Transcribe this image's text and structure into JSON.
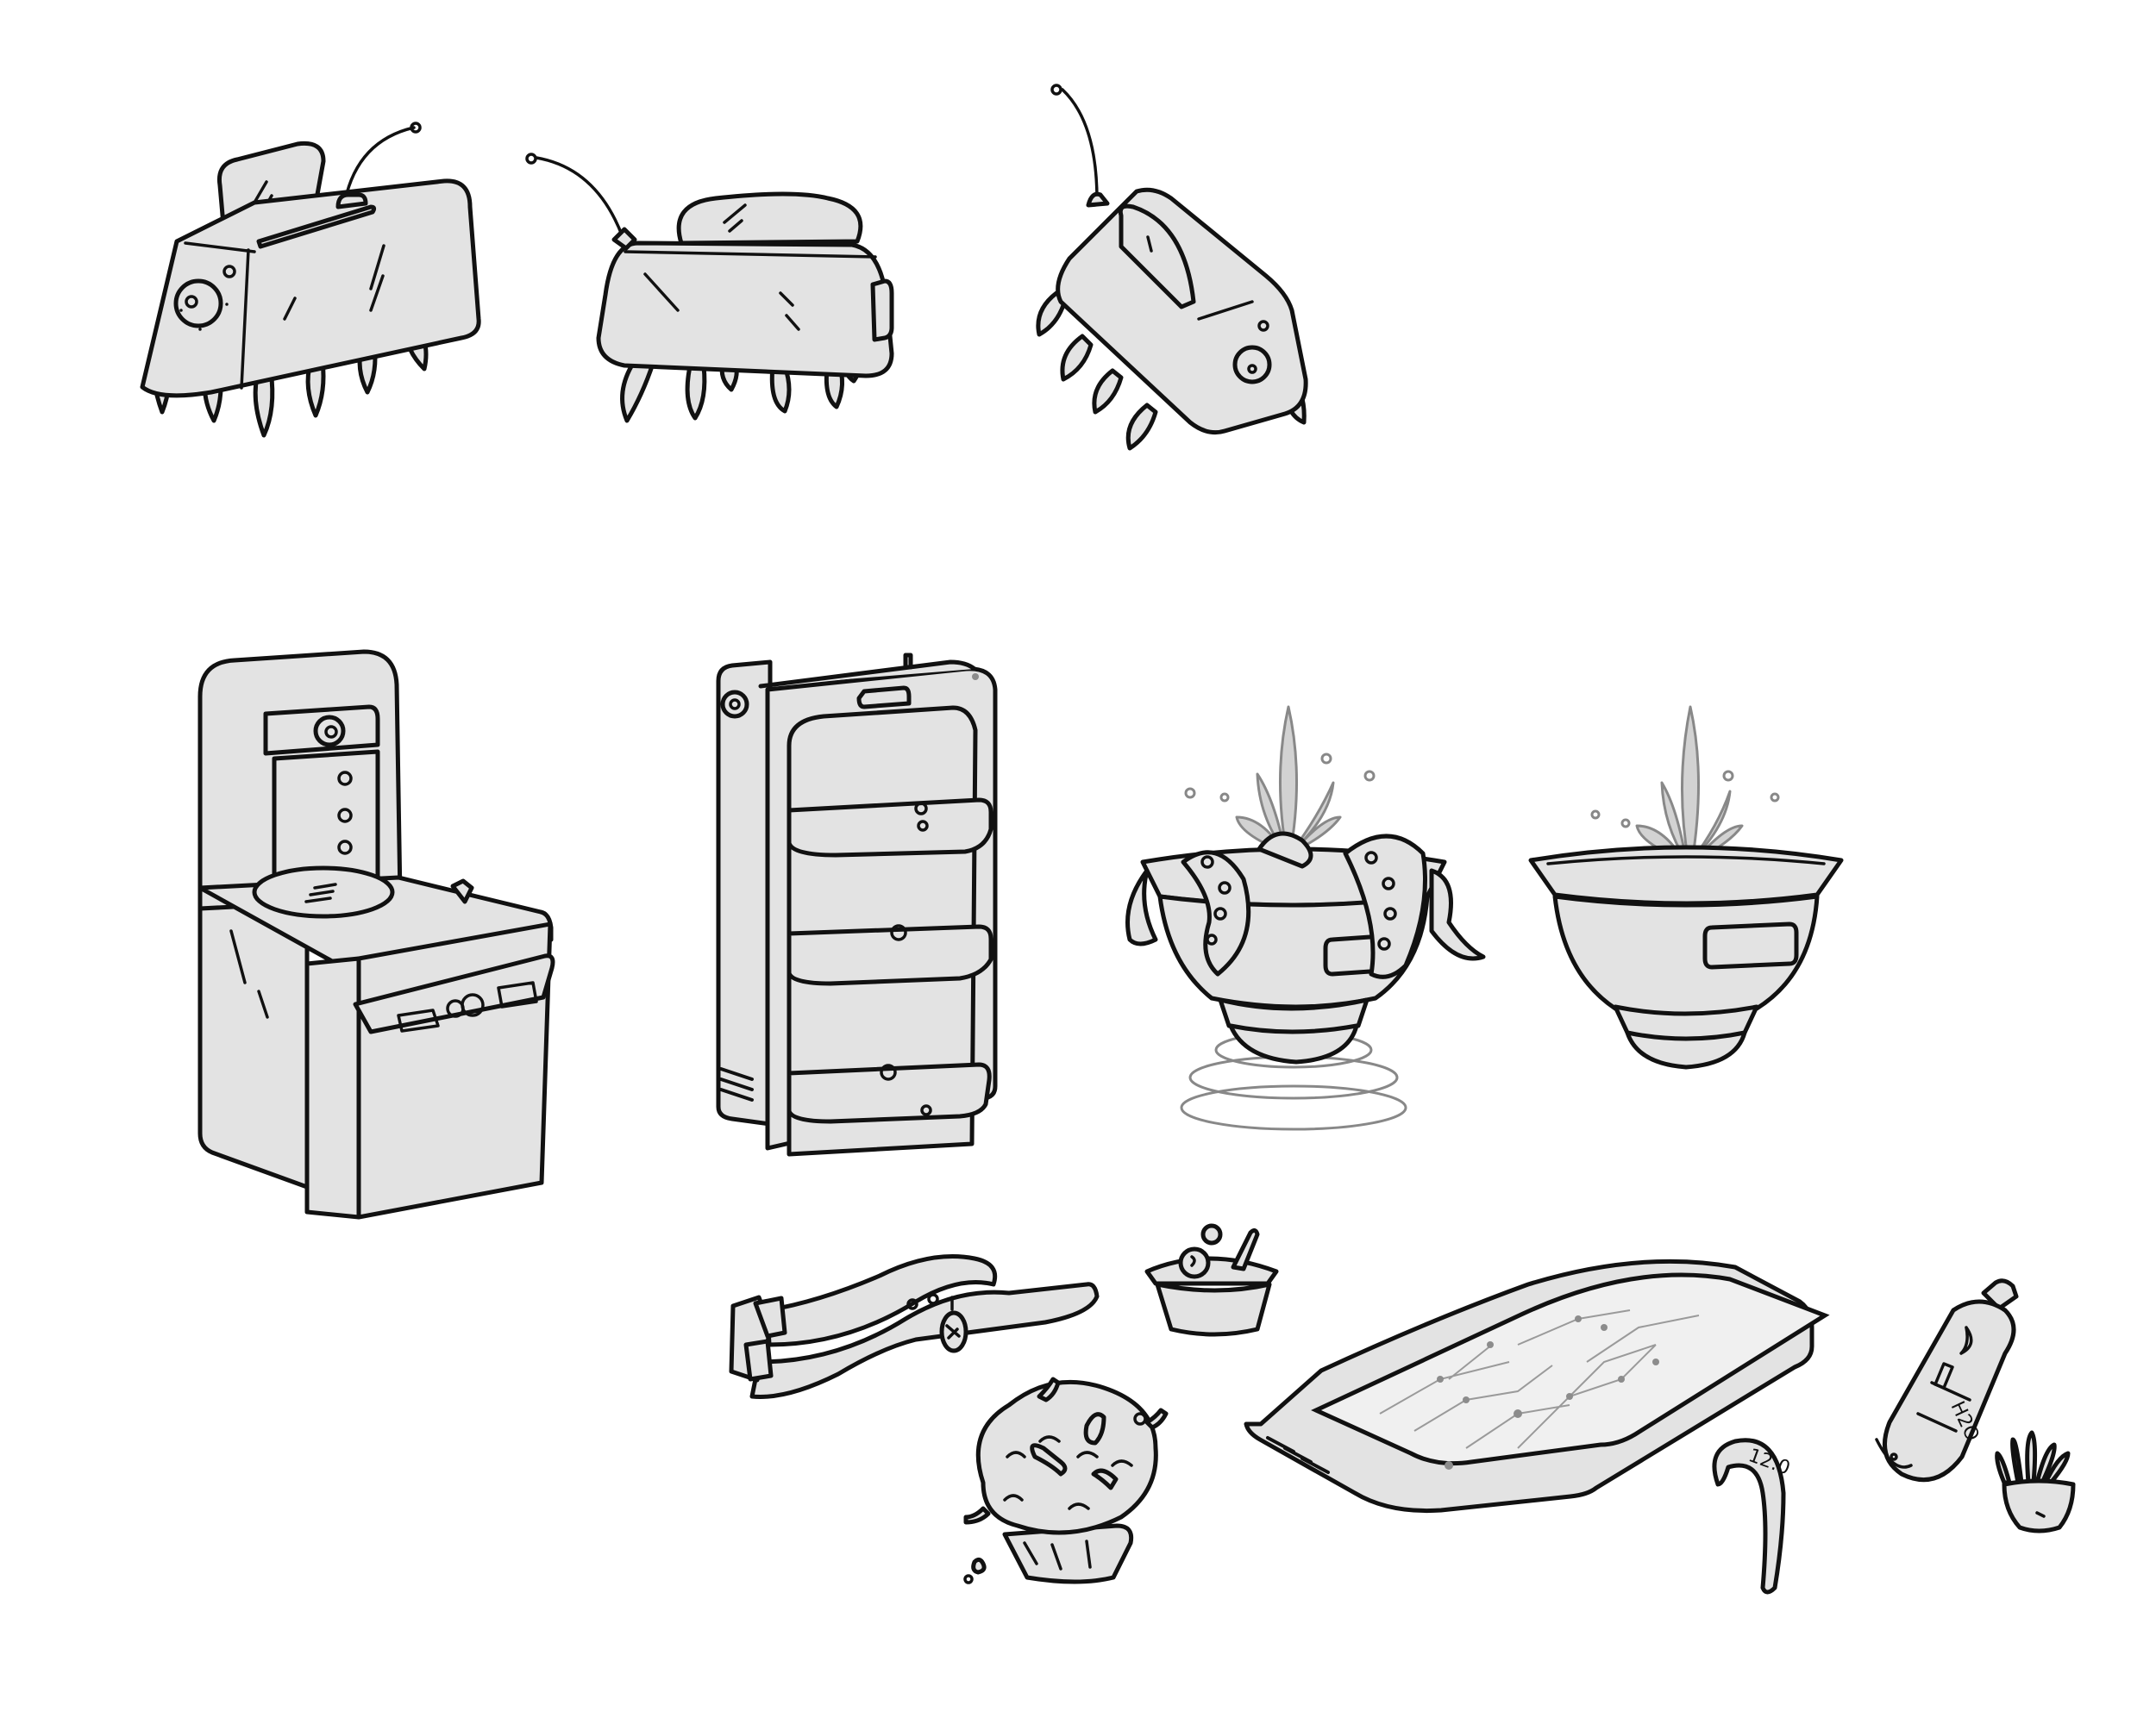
{
  "sheet": {
    "background": "#ffffff",
    "fill_color": "#e3e3e3",
    "ink_color": "#111111",
    "water_color": "#d2d2d2"
  },
  "rows": [
    {
      "name": "toaster-bugs",
      "items": [
        {
          "id": "toaster-bug-front-left",
          "description": "Toaster with insect legs and antenna, dial on front"
        },
        {
          "id": "toaster-bug-side",
          "description": "Toaster with insect legs and antenna, side view"
        },
        {
          "id": "toaster-bug-tilted",
          "description": "Toaster with insect legs and antenna, tilted view"
        }
      ]
    },
    {
      "name": "appliances",
      "items": [
        {
          "id": "sink-station",
          "description": "Sink / washing station with control panel"
        },
        {
          "id": "rotating-shelf-cabinet",
          "description": "Cabinet with three rotating shelves"
        },
        {
          "id": "hover-fountain-bowl-tentacles",
          "description": "Hovering fountain bowl with tentacles"
        },
        {
          "id": "fountain-bowl",
          "description": "Fountain bowl with water spout"
        }
      ]
    },
    {
      "name": "small-props",
      "items": [
        {
          "id": "pet-collar",
          "description": "Collar with buckle and tag"
        },
        {
          "id": "soup-cup",
          "description": "Small cup with spoon"
        },
        {
          "id": "worm-muffin",
          "description": "Muffin with worms"
        },
        {
          "id": "circuit-tablet",
          "description": "Tablet with circuit board screen"
        },
        {
          "id": "wristband",
          "description": "Flexible wristband",
          "display": "12:0"
        },
        {
          "id": "water-bottle",
          "description": "Water bottle",
          "label": "H2O",
          "label_main": "H",
          "label_sub": "2",
          "label_end": "O"
        },
        {
          "id": "potted-plant",
          "description": "Small succulent in pot"
        }
      ]
    }
  ]
}
